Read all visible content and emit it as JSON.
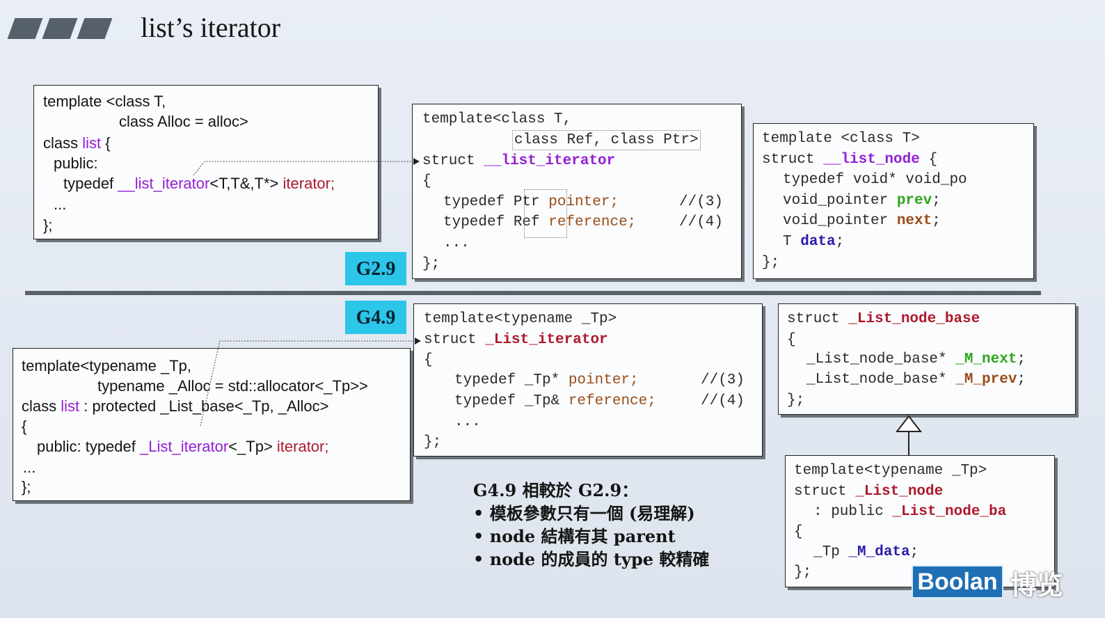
{
  "header": {
    "title": "list’s iterator"
  },
  "tags": {
    "g29": "G2.9",
    "g49": "G4.9"
  },
  "box_list_g29": {
    "l1": "template <class T,",
    "l2": "class Alloc = alloc>",
    "l3a": "class ",
    "l3b": "list",
    "l3c": " {",
    "l4": "public:",
    "l5a": "typedef ",
    "l5b": "__list_iterator",
    "l5c": "<T,T&,T*> ",
    "l5d": "iterator;",
    "l6": "...",
    "l7": "};"
  },
  "box_iter_g29": {
    "l1": "template<class T,",
    "l2": "class Ref, class Ptr>",
    "l3a": "struct ",
    "l3b": "__list_iterator",
    "l4": "{",
    "l5a": "typedef ",
    "l5b": "Ptr ",
    "l5c": "pointer;",
    "l5d": "//(3)",
    "l6a": "typedef ",
    "l6b": "Ref ",
    "l6c": "reference;",
    "l6d": "//(4)",
    "l7": "...",
    "l8": "};"
  },
  "box_node_g29": {
    "l1": "template <class T>",
    "l2a": "struct ",
    "l2b": "__list_node",
    "l2c": " {",
    "l3": "typedef void* void_po",
    "l4a": "void_pointer ",
    "l4b": "prev",
    "l4c": ";",
    "l5a": "void_pointer ",
    "l5b": "next",
    "l5c": ";",
    "l6a": "T ",
    "l6b": "data",
    "l6c": ";",
    "l7": "};"
  },
  "box_list_g49": {
    "l1": "template<typename _Tp,",
    "l2": "typename _Alloc = std::allocator<_Tp>>",
    "l3a": "class ",
    "l3b": "list",
    "l3c": " : protected _List_base<_Tp, _Alloc>",
    "l4": "{",
    "l5a": "public: typedef ",
    "l5b": "_List_iterator",
    "l5c": "<_Tp> ",
    "l5d": "iterator;",
    "l6": "...",
    "l7": "};"
  },
  "box_iter_g49": {
    "l1": "template<typename _Tp>",
    "l2a": "struct ",
    "l2b": "_List_iterator",
    "l3": "{",
    "l4a": "typedef _Tp* ",
    "l4b": "pointer;",
    "l4c": "//(3)",
    "l5a": "typedef _Tp& ",
    "l5b": "reference;",
    "l5c": "//(4)",
    "l6": "...",
    "l7": "};"
  },
  "box_nodebase_g49": {
    "l1a": "struct ",
    "l1b": "_List_node_base",
    "l2": "{",
    "l3a": "_List_node_base* ",
    "l3b": "_M_next",
    "l3c": ";",
    "l4a": "_List_node_base* ",
    "l4b": "_M_prev",
    "l4c": ";",
    "l5": "};"
  },
  "box_node_g49": {
    "l1": "template<typename _Tp>",
    "l2a": "struct ",
    "l2b": "_List_node",
    "l3a": ": public ",
    "l3b": "_List_node_ba",
    "l4": "{",
    "l5a": "_Tp ",
    "l5b": "_M_data",
    "l5c": ";",
    "l6": "};"
  },
  "notes": {
    "heading": "G4.9 相較於 G2.9：",
    "b1": "• 模板參數只有一個 (易理解)",
    "b2": "• node 結構有其 parent",
    "b3": "• node 的成員的 type 較精確"
  },
  "logo": {
    "text": "Boolan",
    "cn": "博览"
  },
  "colors": {
    "tag": "#2cc6e9",
    "purple": "#9420d2",
    "red": "#ad1a2c",
    "blue": "#2c1aa8",
    "brown": "#9a4d18",
    "green": "#2fa61a",
    "logo": "#1e6fb4"
  }
}
